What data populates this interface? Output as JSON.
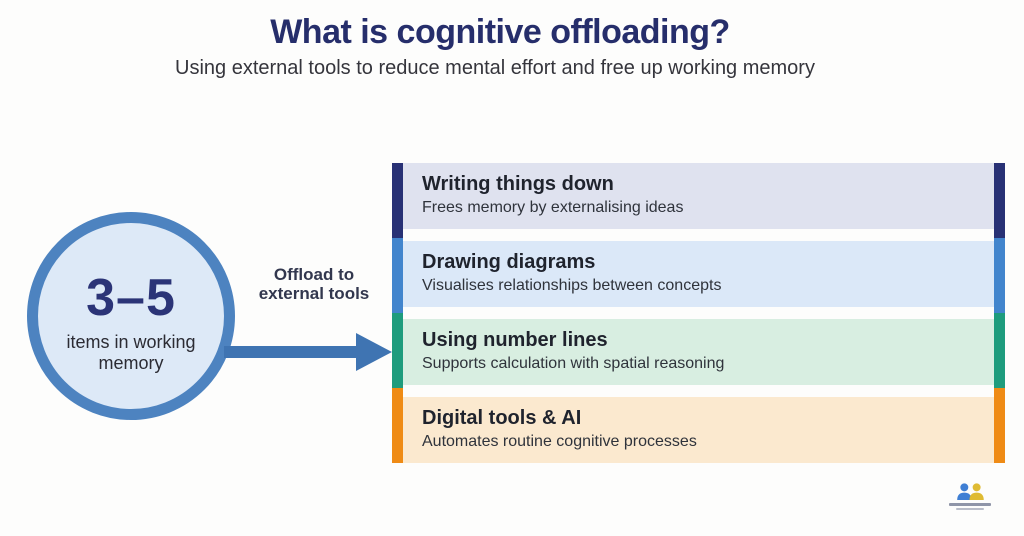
{
  "header": {
    "title": "What is cognitive offloading?",
    "subtitle": "Using external tools to reduce mental effort and free up working memory"
  },
  "memory_circle": {
    "value": "3–5",
    "caption": "items in working memory"
  },
  "arrow": {
    "label": "Offload to external tools"
  },
  "tools": [
    {
      "title": "Writing things down",
      "subtitle": "Frees memory by externalising ideas",
      "accent": "#283175",
      "background": "#dfe2ef"
    },
    {
      "title": "Drawing diagrams",
      "subtitle": "Visualises relationships between concepts",
      "accent": "#4285cd",
      "background": "#dbe8f8"
    },
    {
      "title": "Using number lines",
      "subtitle": "Supports calculation with spatial reasoning",
      "accent": "#1e9c7d",
      "background": "#d8eee1"
    },
    {
      "title": "Digital tools & AI",
      "subtitle": "Automates routine cognitive processes",
      "accent": "#ef8b15",
      "background": "#fbe9cf"
    }
  ],
  "colors": {
    "title_navy": "#262e6b",
    "circle_border": "#4d83c0",
    "circle_fill": "#dde9f7",
    "arrow": "#3f74b2",
    "page_background": "#fdfdfc"
  },
  "icons": {
    "logo": "two-people-logo-icon"
  }
}
